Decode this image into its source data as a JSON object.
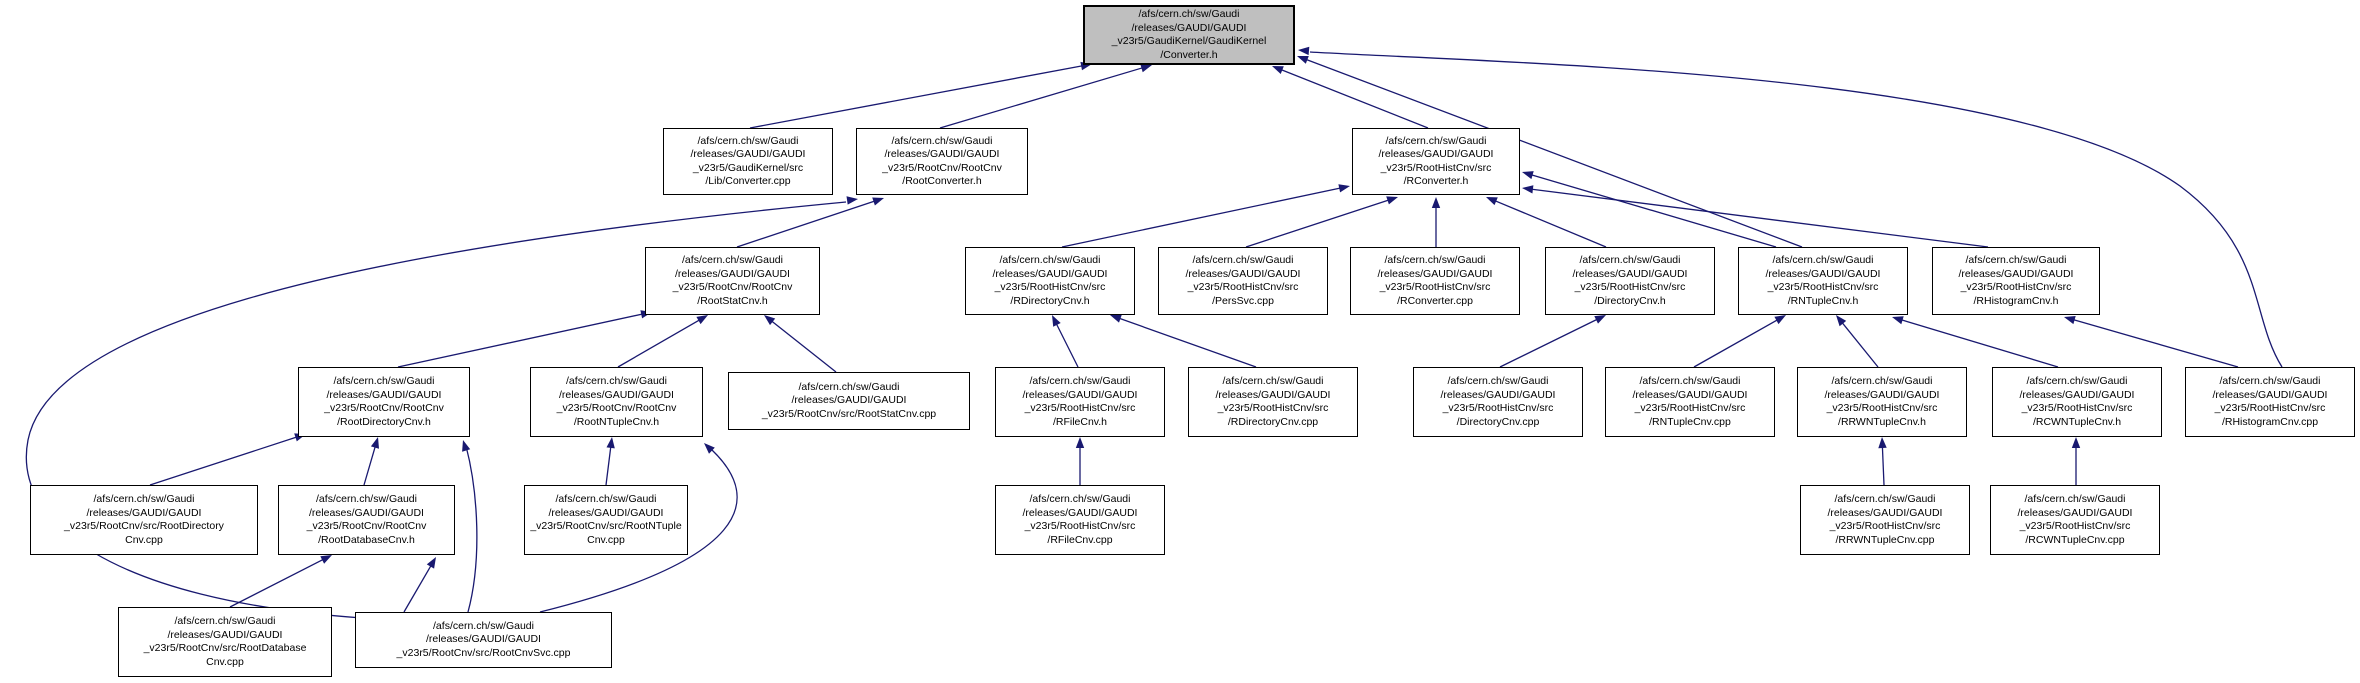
{
  "graph": {
    "kind": "include-dependency-graph",
    "root_file": "/afs/cern.ch/sw/Gaudi/releases/GAUDI/GAUDI_v23r5/GaudiKernel/GaudiKernel/Converter.h",
    "colors": {
      "background": "#ffffff",
      "edge": "#191970",
      "node_border": "#000000",
      "node_fill": "#ffffff",
      "highlight_fill": "#bfbfbf",
      "text": "#000000"
    },
    "nodes": [
      {
        "id": "converter_h",
        "highlighted": true,
        "lines": [
          "/afs/cern.ch/sw/Gaudi",
          "/releases/GAUDI/GAUDI",
          "_v23r5/GaudiKernel/GaudiKernel",
          "/Converter.h"
        ]
      },
      {
        "id": "lib_converter_cpp",
        "highlighted": false,
        "lines": [
          "/afs/cern.ch/sw/Gaudi",
          "/releases/GAUDI/GAUDI",
          "_v23r5/GaudiKernel/src",
          "/Lib/Converter.cpp"
        ]
      },
      {
        "id": "root_converter_h",
        "highlighted": false,
        "lines": [
          "/afs/cern.ch/sw/Gaudi",
          "/releases/GAUDI/GAUDI",
          "_v23r5/RootCnv/RootCnv",
          "/RootConverter.h"
        ]
      },
      {
        "id": "r_converter_h",
        "highlighted": false,
        "lines": [
          "/afs/cern.ch/sw/Gaudi",
          "/releases/GAUDI/GAUDI",
          "_v23r5/RootHistCnv/src",
          "/RConverter.h"
        ]
      },
      {
        "id": "root_stat_cnv_h",
        "highlighted": false,
        "lines": [
          "/afs/cern.ch/sw/Gaudi",
          "/releases/GAUDI/GAUDI",
          "_v23r5/RootCnv/RootCnv",
          "/RootStatCnv.h"
        ]
      },
      {
        "id": "r_directory_cnv_h",
        "highlighted": false,
        "lines": [
          "/afs/cern.ch/sw/Gaudi",
          "/releases/GAUDI/GAUDI",
          "_v23r5/RootHistCnv/src",
          "/RDirectoryCnv.h"
        ]
      },
      {
        "id": "pers_svc_cpp",
        "highlighted": false,
        "lines": [
          "/afs/cern.ch/sw/Gaudi",
          "/releases/GAUDI/GAUDI",
          "_v23r5/RootHistCnv/src",
          "/PersSvc.cpp"
        ]
      },
      {
        "id": "r_converter_cpp",
        "highlighted": false,
        "lines": [
          "/afs/cern.ch/sw/Gaudi",
          "/releases/GAUDI/GAUDI",
          "_v23r5/RootHistCnv/src",
          "/RConverter.cpp"
        ]
      },
      {
        "id": "directory_cnv_h",
        "highlighted": false,
        "lines": [
          "/afs/cern.ch/sw/Gaudi",
          "/releases/GAUDI/GAUDI",
          "_v23r5/RootHistCnv/src",
          "/DirectoryCnv.h"
        ]
      },
      {
        "id": "rn_tuple_cnv_h",
        "highlighted": false,
        "lines": [
          "/afs/cern.ch/sw/Gaudi",
          "/releases/GAUDI/GAUDI",
          "_v23r5/RootHistCnv/src",
          "/RNTupleCnv.h"
        ]
      },
      {
        "id": "r_histogram_cnv_h",
        "highlighted": false,
        "lines": [
          "/afs/cern.ch/sw/Gaudi",
          "/releases/GAUDI/GAUDI",
          "_v23r5/RootHistCnv/src",
          "/RHistogramCnv.h"
        ]
      },
      {
        "id": "root_directory_cnv_h",
        "highlighted": false,
        "lines": [
          "/afs/cern.ch/sw/Gaudi",
          "/releases/GAUDI/GAUDI",
          "_v23r5/RootCnv/RootCnv",
          "/RootDirectoryCnv.h"
        ]
      },
      {
        "id": "root_ntuple_cnv_h",
        "highlighted": false,
        "lines": [
          "/afs/cern.ch/sw/Gaudi",
          "/releases/GAUDI/GAUDI",
          "_v23r5/RootCnv/RootCnv",
          "/RootNTupleCnv.h"
        ]
      },
      {
        "id": "root_stat_cnv_cpp",
        "highlighted": false,
        "lines": [
          "/afs/cern.ch/sw/Gaudi",
          "/releases/GAUDI/GAUDI",
          "_v23r5/RootCnv/src/RootStatCnv.cpp"
        ]
      },
      {
        "id": "r_file_cnv_h",
        "highlighted": false,
        "lines": [
          "/afs/cern.ch/sw/Gaudi",
          "/releases/GAUDI/GAUDI",
          "_v23r5/RootHistCnv/src",
          "/RFileCnv.h"
        ]
      },
      {
        "id": "r_directory_cnv_cpp",
        "highlighted": false,
        "lines": [
          "/afs/cern.ch/sw/Gaudi",
          "/releases/GAUDI/GAUDI",
          "_v23r5/RootHistCnv/src",
          "/RDirectoryCnv.cpp"
        ]
      },
      {
        "id": "directory_cnv_cpp",
        "highlighted": false,
        "lines": [
          "/afs/cern.ch/sw/Gaudi",
          "/releases/GAUDI/GAUDI",
          "_v23r5/RootHistCnv/src",
          "/DirectoryCnv.cpp"
        ]
      },
      {
        "id": "rn_tuple_cnv_cpp",
        "highlighted": false,
        "lines": [
          "/afs/cern.ch/sw/Gaudi",
          "/releases/GAUDI/GAUDI",
          "_v23r5/RootHistCnv/src",
          "/RNTupleCnv.cpp"
        ]
      },
      {
        "id": "rrwn_tuple_cnv_h",
        "highlighted": false,
        "lines": [
          "/afs/cern.ch/sw/Gaudi",
          "/releases/GAUDI/GAUDI",
          "_v23r5/RootHistCnv/src",
          "/RRWNTupleCnv.h"
        ]
      },
      {
        "id": "rcwn_tuple_cnv_h",
        "highlighted": false,
        "lines": [
          "/afs/cern.ch/sw/Gaudi",
          "/releases/GAUDI/GAUDI",
          "_v23r5/RootHistCnv/src",
          "/RCWNTupleCnv.h"
        ]
      },
      {
        "id": "r_histogram_cnv_cpp",
        "highlighted": false,
        "lines": [
          "/afs/cern.ch/sw/Gaudi",
          "/releases/GAUDI/GAUDI",
          "_v23r5/RootHistCnv/src",
          "/RHistogramCnv.cpp"
        ]
      },
      {
        "id": "root_directory_cnv_cpp",
        "highlighted": false,
        "lines": [
          "/afs/cern.ch/sw/Gaudi",
          "/releases/GAUDI/GAUDI",
          "_v23r5/RootCnv/src/RootDirectory",
          "Cnv.cpp"
        ]
      },
      {
        "id": "root_database_cnv_h",
        "highlighted": false,
        "lines": [
          "/afs/cern.ch/sw/Gaudi",
          "/releases/GAUDI/GAUDI",
          "_v23r5/RootCnv/RootCnv",
          "/RootDatabaseCnv.h"
        ]
      },
      {
        "id": "root_ntuple_cnv_cpp",
        "highlighted": false,
        "lines": [
          "/afs/cern.ch/sw/Gaudi",
          "/releases/GAUDI/GAUDI",
          "_v23r5/RootCnv/src/RootNTuple",
          "Cnv.cpp"
        ]
      },
      {
        "id": "r_file_cnv_cpp",
        "highlighted": false,
        "lines": [
          "/afs/cern.ch/sw/Gaudi",
          "/releases/GAUDI/GAUDI",
          "_v23r5/RootHistCnv/src",
          "/RFileCnv.cpp"
        ]
      },
      {
        "id": "rrwn_tuple_cnv_cpp",
        "highlighted": false,
        "lines": [
          "/afs/cern.ch/sw/Gaudi",
          "/releases/GAUDI/GAUDI",
          "_v23r5/RootHistCnv/src",
          "/RRWNTupleCnv.cpp"
        ]
      },
      {
        "id": "rcwn_tuple_cnv_cpp",
        "highlighted": false,
        "lines": [
          "/afs/cern.ch/sw/Gaudi",
          "/releases/GAUDI/GAUDI",
          "_v23r5/RootHistCnv/src",
          "/RCWNTupleCnv.cpp"
        ]
      },
      {
        "id": "root_database_cnv_cpp",
        "highlighted": false,
        "lines": [
          "/afs/cern.ch/sw/Gaudi",
          "/releases/GAUDI/GAUDI",
          "_v23r5/RootCnv/src/RootDatabase",
          "Cnv.cpp"
        ]
      },
      {
        "id": "root_cnv_svc_cpp",
        "highlighted": false,
        "lines": [
          "/afs/cern.ch/sw/Gaudi",
          "/releases/GAUDI/GAUDI",
          "_v23r5/RootCnv/src/RootCnvSvc.cpp"
        ]
      }
    ],
    "edges": [
      {
        "from": "lib_converter_cpp",
        "to": "converter_h"
      },
      {
        "from": "root_converter_h",
        "to": "converter_h"
      },
      {
        "from": "r_converter_h",
        "to": "converter_h"
      },
      {
        "from": "rn_tuple_cnv_h",
        "to": "converter_h"
      },
      {
        "from": "r_histogram_cnv_cpp",
        "to": "converter_h"
      },
      {
        "from": "root_stat_cnv_h",
        "to": "root_converter_h"
      },
      {
        "from": "root_cnv_svc_cpp",
        "to": "root_converter_h"
      },
      {
        "from": "r_directory_cnv_h",
        "to": "r_converter_h"
      },
      {
        "from": "pers_svc_cpp",
        "to": "r_converter_h"
      },
      {
        "from": "r_converter_cpp",
        "to": "r_converter_h"
      },
      {
        "from": "directory_cnv_h",
        "to": "r_converter_h"
      },
      {
        "from": "rn_tuple_cnv_h",
        "to": "r_converter_h"
      },
      {
        "from": "r_histogram_cnv_h",
        "to": "r_converter_h"
      },
      {
        "from": "root_directory_cnv_h",
        "to": "root_stat_cnv_h"
      },
      {
        "from": "root_ntuple_cnv_h",
        "to": "root_stat_cnv_h"
      },
      {
        "from": "root_stat_cnv_cpp",
        "to": "root_stat_cnv_h"
      },
      {
        "from": "r_file_cnv_h",
        "to": "r_directory_cnv_h"
      },
      {
        "from": "r_directory_cnv_cpp",
        "to": "r_directory_cnv_h"
      },
      {
        "from": "directory_cnv_cpp",
        "to": "directory_cnv_h"
      },
      {
        "from": "rn_tuple_cnv_cpp",
        "to": "rn_tuple_cnv_h"
      },
      {
        "from": "rrwn_tuple_cnv_h",
        "to": "rn_tuple_cnv_h"
      },
      {
        "from": "rcwn_tuple_cnv_h",
        "to": "rn_tuple_cnv_h"
      },
      {
        "from": "r_histogram_cnv_cpp",
        "to": "r_histogram_cnv_h"
      },
      {
        "from": "root_directory_cnv_cpp",
        "to": "root_directory_cnv_h"
      },
      {
        "from": "root_database_cnv_h",
        "to": "root_directory_cnv_h"
      },
      {
        "from": "root_cnv_svc_cpp",
        "to": "root_directory_cnv_h"
      },
      {
        "from": "root_ntuple_cnv_cpp",
        "to": "root_ntuple_cnv_h"
      },
      {
        "from": "root_cnv_svc_cpp",
        "to": "root_ntuple_cnv_h"
      },
      {
        "from": "r_file_cnv_cpp",
        "to": "r_file_cnv_h"
      },
      {
        "from": "rrwn_tuple_cnv_cpp",
        "to": "rrwn_tuple_cnv_h"
      },
      {
        "from": "rcwn_tuple_cnv_cpp",
        "to": "rcwn_tuple_cnv_h"
      },
      {
        "from": "root_database_cnv_cpp",
        "to": "root_database_cnv_h"
      },
      {
        "from": "root_cnv_svc_cpp",
        "to": "root_database_cnv_h"
      }
    ]
  }
}
